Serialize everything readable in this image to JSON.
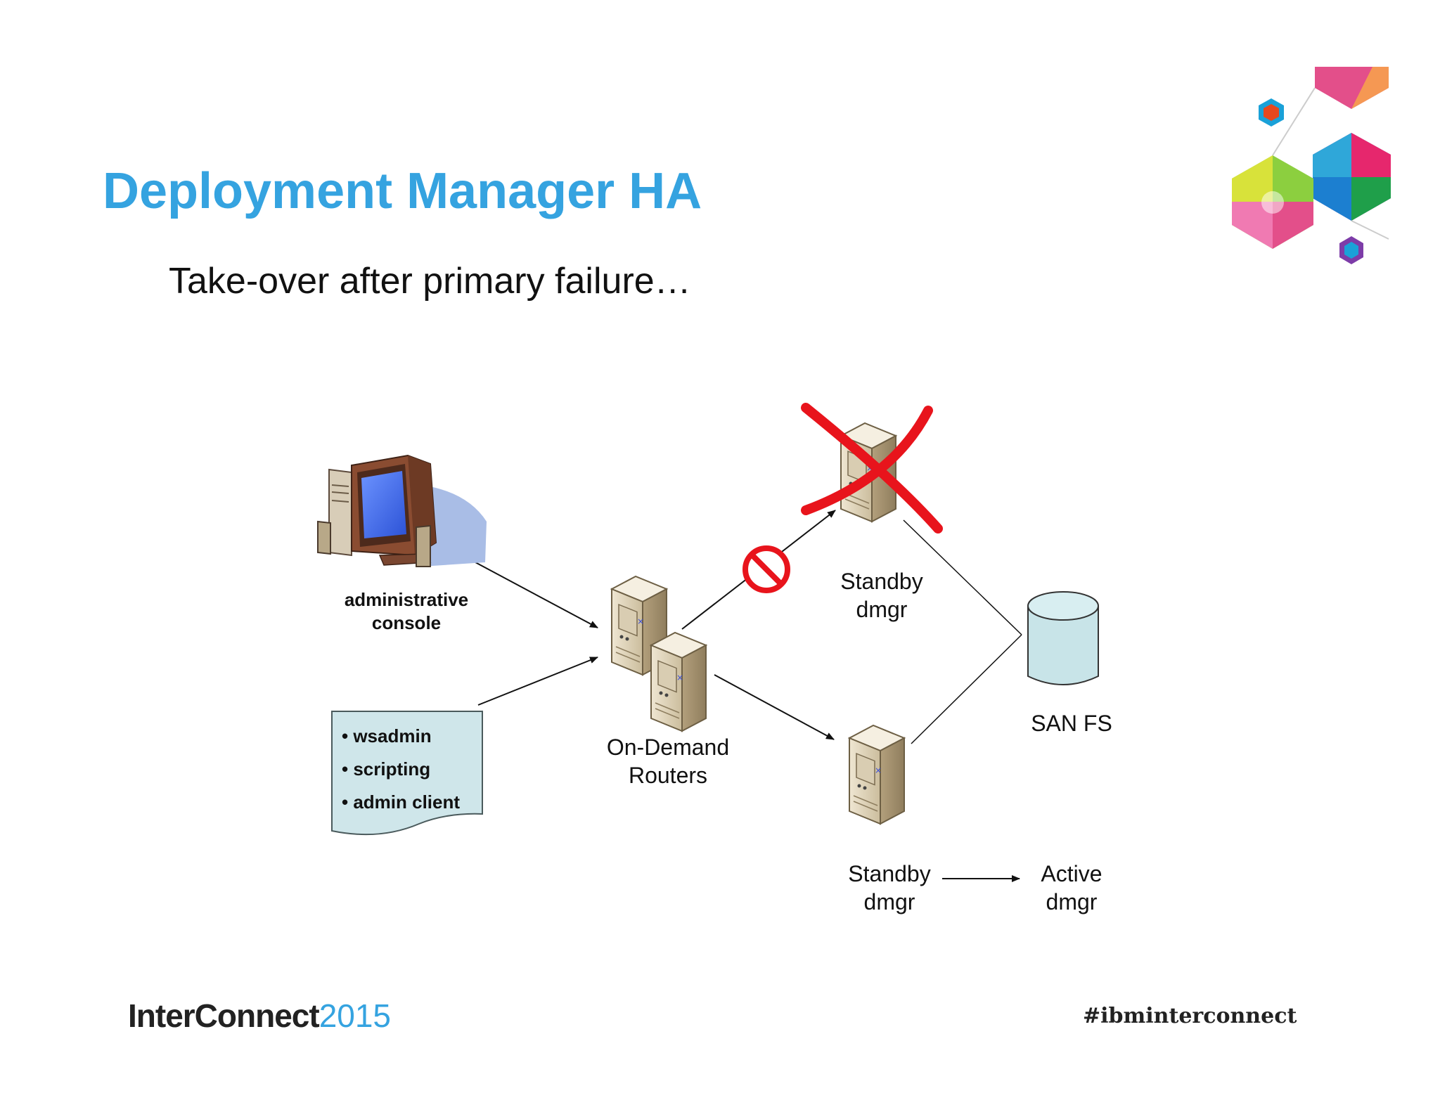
{
  "slide": {
    "title": "Deployment Manager HA",
    "subtitle": "Take-over after primary failure…"
  },
  "diagram": {
    "console_label": [
      "administrative",
      "console"
    ],
    "tools_items": [
      "• wsadmin",
      "• scripting",
      "• admin client"
    ],
    "routers_label": [
      "On-Demand",
      "Routers"
    ],
    "failed_dmgr_label": [
      "Standby",
      "dmgr"
    ],
    "standby_dmgr_label": [
      "Standby",
      "dmgr"
    ],
    "active_dmgr_label": [
      "Active",
      "dmgr"
    ],
    "storage_label": "SAN FS",
    "icons": {
      "console": "computer-monitor-icon",
      "tools": "document-icon",
      "server": "server-tower-icon",
      "storage": "database-cylinder-icon",
      "blocked": "no-entry-icon",
      "failed": "red-x-icon",
      "logo": "hexagon-cluster-logo"
    },
    "colors": {
      "failure_red": "#e8141c",
      "doc_fill": "#cfe6ea",
      "cylinder_fill": "#c8e4e8",
      "title_blue": "#35a3e0"
    }
  },
  "footer": {
    "brand": "InterConnect",
    "year": "2015",
    "hashtag": "#ibminterconnect"
  }
}
